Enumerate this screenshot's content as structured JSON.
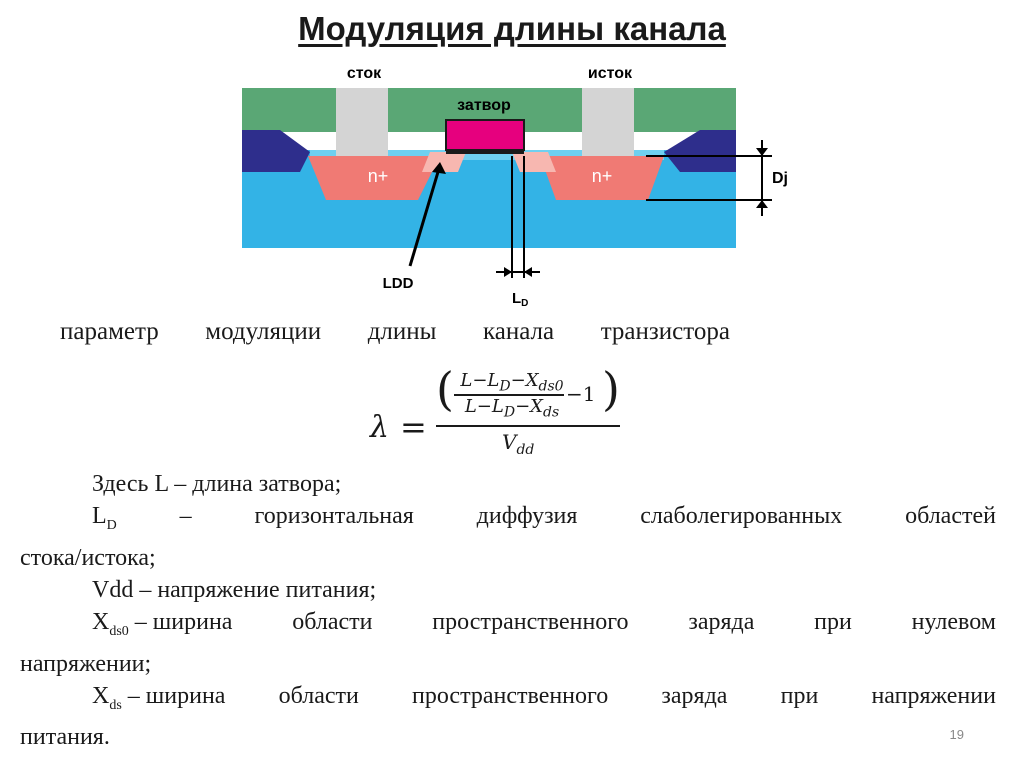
{
  "title": "Модуляция длины канала",
  "diagram": {
    "label_drain": "сток",
    "label_source": "исток",
    "label_gate": "затвор",
    "label_n_left": "n+",
    "label_n_right": "n+",
    "label_dj": "Dj",
    "label_ldd": "LDD",
    "label_ld_main": "L",
    "label_ld_sub": "D",
    "colors": {
      "oxide_green": "#5aa775",
      "field_oxide_blue": "#2e2e8c",
      "substrate": "#33b3e6",
      "substrate_light": "#6fd0f0",
      "contact_grey": "#d4d4d4",
      "gate_magenta": "#e6007e",
      "n_plus": "#f07a74",
      "ldd_light": "#f7b7b0"
    }
  },
  "lead_words": [
    "параметр",
    "модуляции",
    "длины",
    "канала",
    "транзистора"
  ],
  "formula": {
    "lambda": "λ",
    "equals": "=",
    "inner_numerator": "L−L",
    "inner_numerator_sub1": "D",
    "inner_numerator_rest": "−X",
    "inner_numerator_sub2": "ds0",
    "inner_denominator": "L−L",
    "inner_denominator_sub1": "D",
    "inner_denominator_rest": "−X",
    "inner_denominator_sub2": "ds",
    "minus_one": "−1",
    "denominator": "V",
    "denominator_sub": "dd"
  },
  "definitions": {
    "l_line": "Здесь L – длина затвора;",
    "ld_symbol": "L",
    "ld_sub": "D",
    "ld_words": [
      "–",
      "горизонтальная",
      "диффузия",
      "слаболегированных",
      "областей"
    ],
    "ld_line2": "стока/истока;",
    "vdd_line": "Vdd – напряжение питания;",
    "xds0_symbol": "X",
    "xds0_sub": "ds0",
    "xds0_words": [
      "– ширина",
      "области",
      "пространственного",
      "заряда",
      "при",
      "нулевом"
    ],
    "xds0_line2": "напряжении;",
    "xds_symbol": "X",
    "xds_sub": "ds",
    "xds_words": [
      "– ширина",
      "области",
      "пространственного",
      "заряда",
      "при",
      "напряжении"
    ],
    "xds_line2": "питания."
  },
  "page_number": "19"
}
